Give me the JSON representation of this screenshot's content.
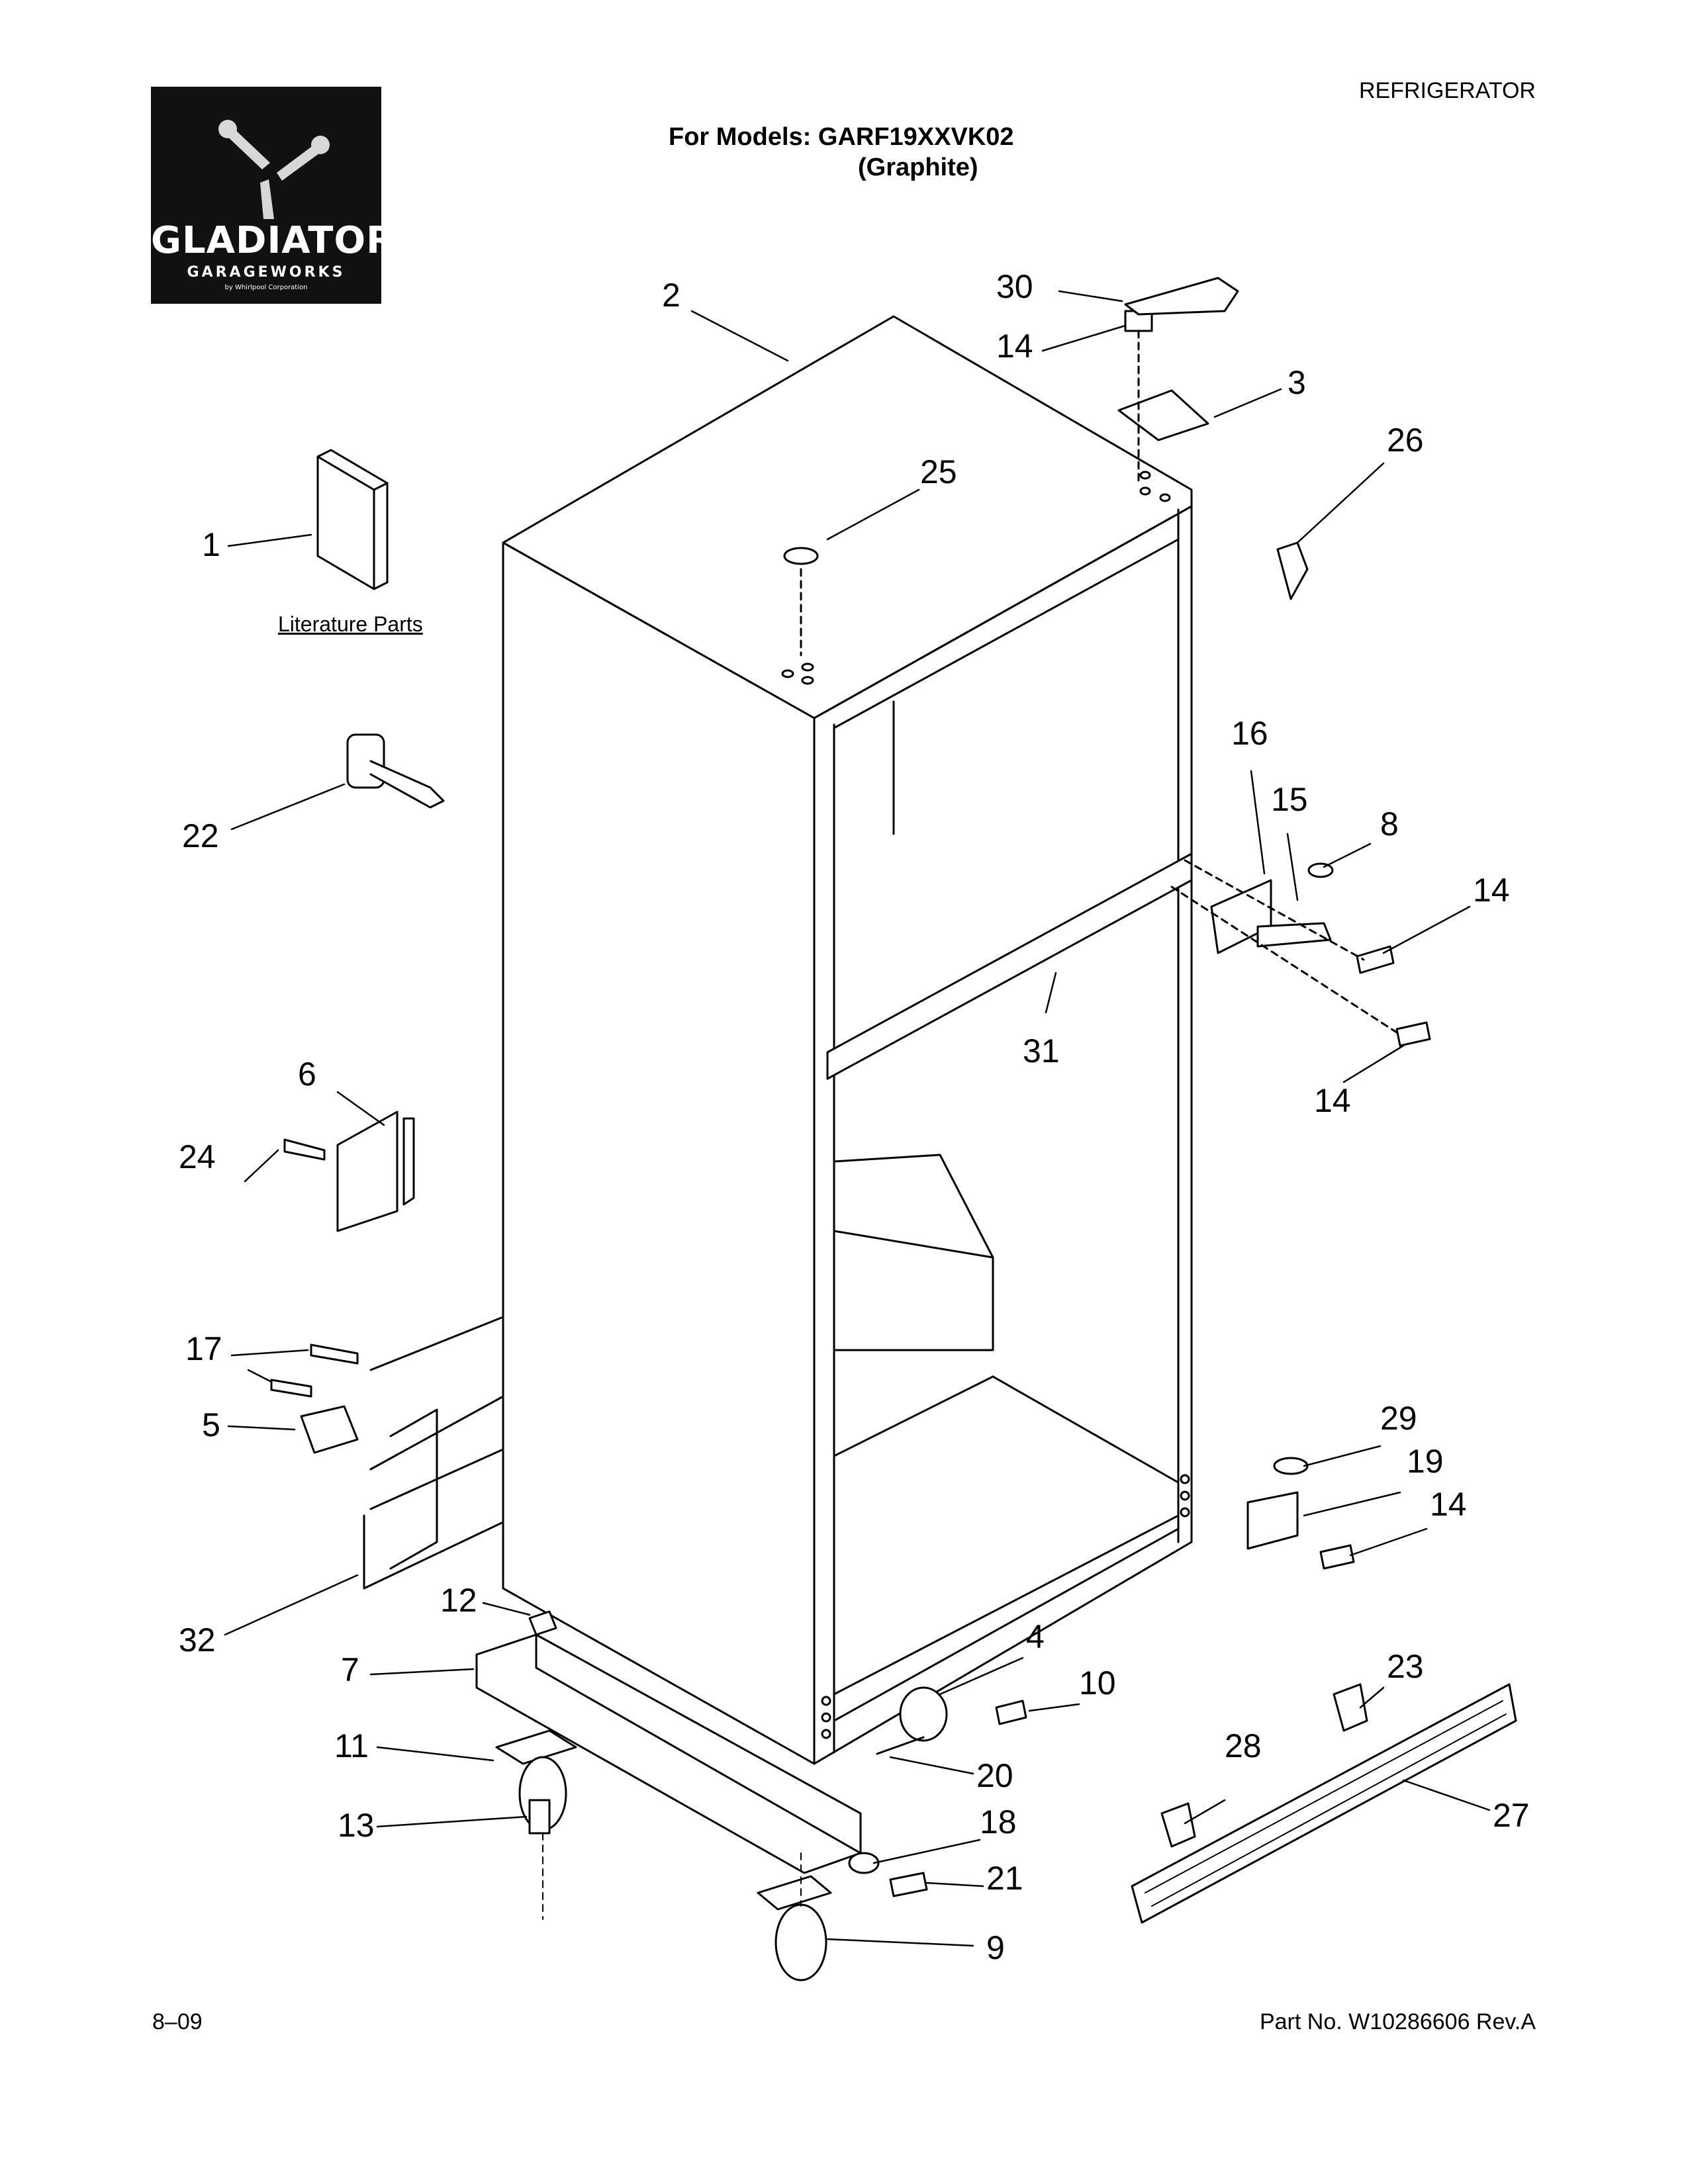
{
  "header": {
    "category": "REFRIGERATOR",
    "models_label": "For Models: GARF19XXVK02",
    "color_label": "(Graphite)"
  },
  "logo": {
    "wordmark": "GLADIATOR",
    "trademark": "™",
    "sub": "GARAGEWORKS",
    "by": "by Whirlpool Corporation"
  },
  "literature_label": "Literature Parts",
  "callouts": {
    "c1": "1",
    "c2": "2",
    "c3": "3",
    "c4": "4",
    "c5": "5",
    "c6": "6",
    "c7": "7",
    "c8": "8",
    "c9": "9",
    "c10": "10",
    "c11": "11",
    "c12": "12",
    "c13": "13",
    "c14a": "14",
    "c14b": "14",
    "c14c": "14",
    "c14d": "14",
    "c15": "15",
    "c16": "16",
    "c17": "17",
    "c18": "18",
    "c19": "19",
    "c20": "20",
    "c21": "21",
    "c22": "22",
    "c23": "23",
    "c24": "24",
    "c25": "25",
    "c26": "26",
    "c27": "27",
    "c28": "28",
    "c29": "29",
    "c30": "30",
    "c31": "31",
    "c32": "32"
  },
  "footer": {
    "date": "8–09",
    "part_number": "Part No. W10286606 Rev.A"
  }
}
